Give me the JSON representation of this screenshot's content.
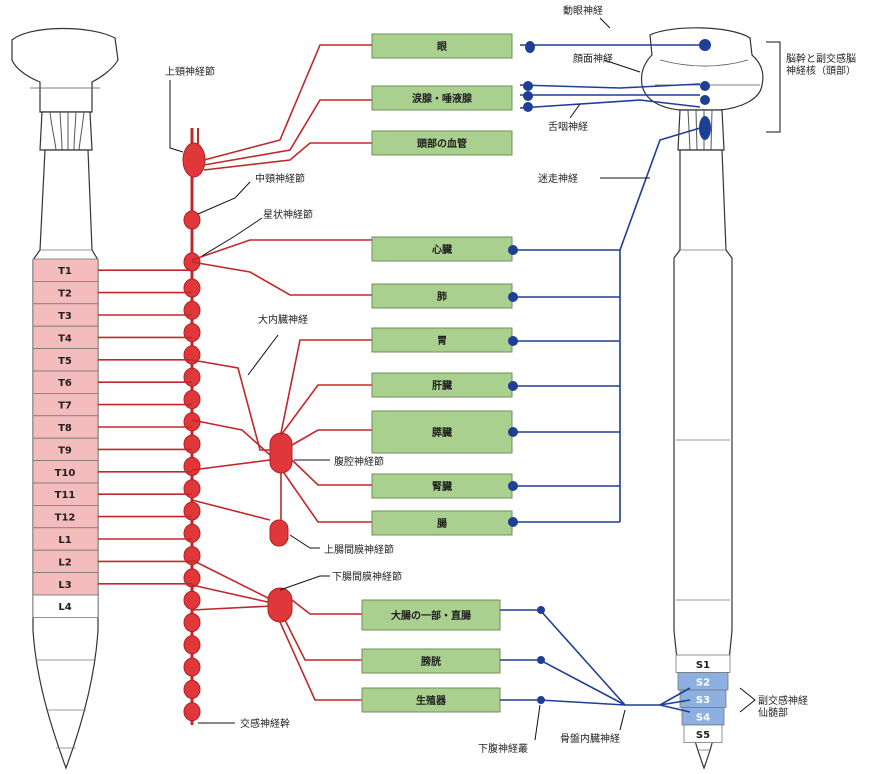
{
  "organs": [
    "眼",
    "涙腺・唾液腺",
    "頭部の血管",
    "心臓",
    "肺",
    "胃",
    "肝臓",
    "膵臓",
    "腎臓",
    "腸",
    "大腸の一部・直腸",
    "膀胱",
    "生殖器"
  ],
  "spinal_segments": {
    "thoracic": [
      "T1",
      "T2",
      "T3",
      "T4",
      "T5",
      "T6",
      "T7",
      "T8",
      "T9",
      "T10",
      "T11",
      "T12"
    ],
    "lumbar": [
      "L1",
      "L2",
      "L3",
      "L4"
    ],
    "sacral": [
      "S1",
      "S2",
      "S3",
      "S4",
      "S5"
    ]
  },
  "labels": {
    "superior_cervical": "上頸神経節",
    "middle_cervical": "中頸神経節",
    "stellate": "星状神経節",
    "greater_splanchnic": "大内臓神経",
    "celiac": "腹腔神経節",
    "superior_mesenteric": "上腸間膜神経節",
    "inferior_mesenteric": "下腸間膜神経節",
    "sympathetic_trunk": "交感神経幹",
    "oculomotor": "動眼神経",
    "facial": "顔面神経",
    "glossopharyngeal": "舌咽神経",
    "vagus": "迷走神経",
    "brainstem_nuclei_1": "脳幹と副交感脳",
    "brainstem_nuclei_2": "神経核（頭部）",
    "hypogastric_plexus": "下腹神経叢",
    "pelvic_splanchnic": "骨盤内臓神経",
    "sacral_parasym_1": "副交感神経",
    "sacral_parasym_2": "仙髄部"
  },
  "colors": {
    "sympathetic": "#c0282a",
    "parasympathetic": "#1f3f95",
    "organ_box": "#a9d08e",
    "thoracolumbar": "#f4bcbc",
    "sacral": "#8db0e0"
  }
}
